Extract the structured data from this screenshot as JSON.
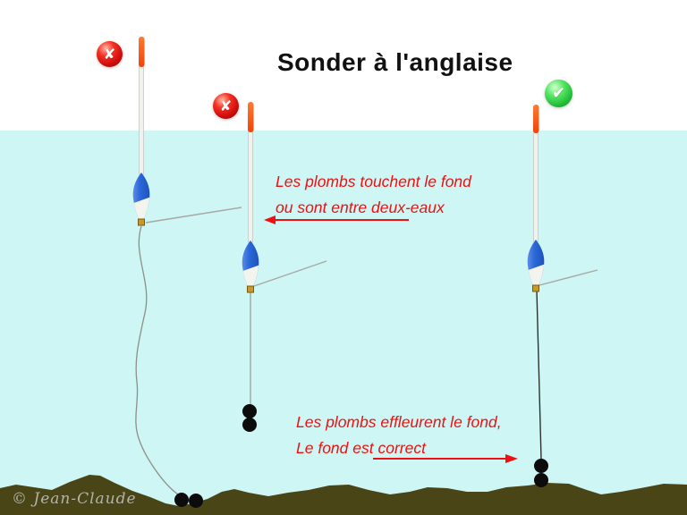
{
  "title": "Sonder à l'anglaise",
  "copyright": "© Jean-Claude",
  "icons": {
    "error_glyph": "✘",
    "ok_glyph": "✔"
  },
  "annotations": {
    "wrong": {
      "line1": "Les plombs touchent le fond",
      "line2": "ou sont entre deux-eaux"
    },
    "right": {
      "line1": "Les plombs effleurent le fond,",
      "line2": "Le fond est correct"
    }
  },
  "floats": [
    {
      "name": "float-plombs-on-bottom",
      "status": "wrong"
    },
    {
      "name": "float-plombs-mid-water",
      "status": "wrong"
    },
    {
      "name": "float-plombs-grazing-bottom",
      "status": "right"
    }
  ],
  "colors": {
    "water": "#cdf6f5",
    "bottom": "#4a4517",
    "annotation_red": "#ee1111",
    "float_blue": "#2b67d9",
    "float_tip_orange": "#ff5a14",
    "badge_error_red": "#d30f0f",
    "badge_ok_green": "#22bd38"
  }
}
